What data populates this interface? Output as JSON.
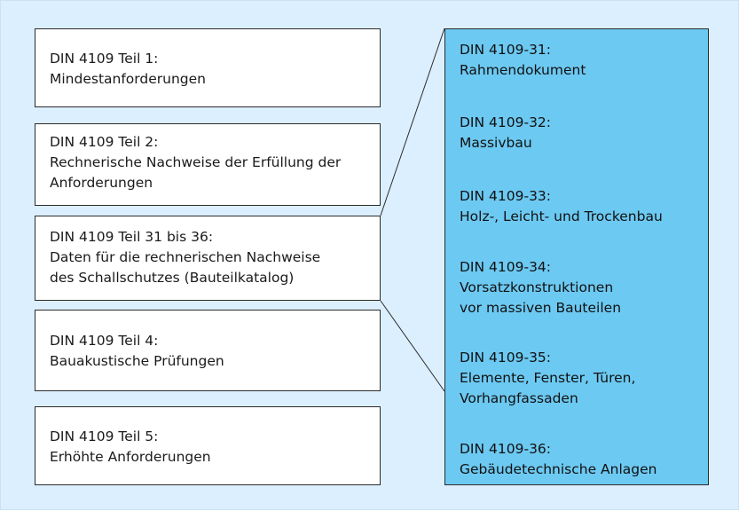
{
  "left_boxes": [
    {
      "title": "DIN 4109 Teil 1:",
      "lines": [
        "Mindestanforderungen"
      ]
    },
    {
      "title": "DIN 4109 Teil 2:",
      "lines": [
        "Rechnerische Nachweise der Erfüllung der",
        "Anforderungen"
      ]
    },
    {
      "title": "DIN 4109 Teil 31 bis 36:",
      "lines": [
        "Daten für die rechnerischen Nachweise",
        "des Schallschutzes (Bauteilkatalog)"
      ]
    },
    {
      "title": "DIN 4109 Teil 4:",
      "lines": [
        "Bauakustische Prüfungen"
      ]
    },
    {
      "title": "DIN 4109 Teil 5:",
      "lines": [
        "Erhöhte Anforderungen"
      ]
    }
  ],
  "detail_items": [
    {
      "title": "DIN 4109-31:",
      "lines": [
        "Rahmendokument"
      ]
    },
    {
      "title": "DIN 4109-32:",
      "lines": [
        "Massivbau"
      ]
    },
    {
      "title": "DIN 4109-33:",
      "lines": [
        "Holz-, Leicht- und Trockenbau"
      ]
    },
    {
      "title": "DIN 4109-34:",
      "lines": [
        "Vorsatzkonstruktionen",
        "vor massiven Bauteilen"
      ]
    },
    {
      "title": "DIN 4109-35:",
      "lines": [
        "Elemente, Fenster, Türen,",
        "Vorhangfassaden"
      ]
    },
    {
      "title": "DIN 4109-36:",
      "lines": [
        "Gebäudetechnische Anlagen"
      ]
    }
  ],
  "colors": {
    "background": "#dcefff",
    "detail_panel": "#6cc9f2",
    "box": "#ffffff",
    "border": "#2b2b2b"
  }
}
